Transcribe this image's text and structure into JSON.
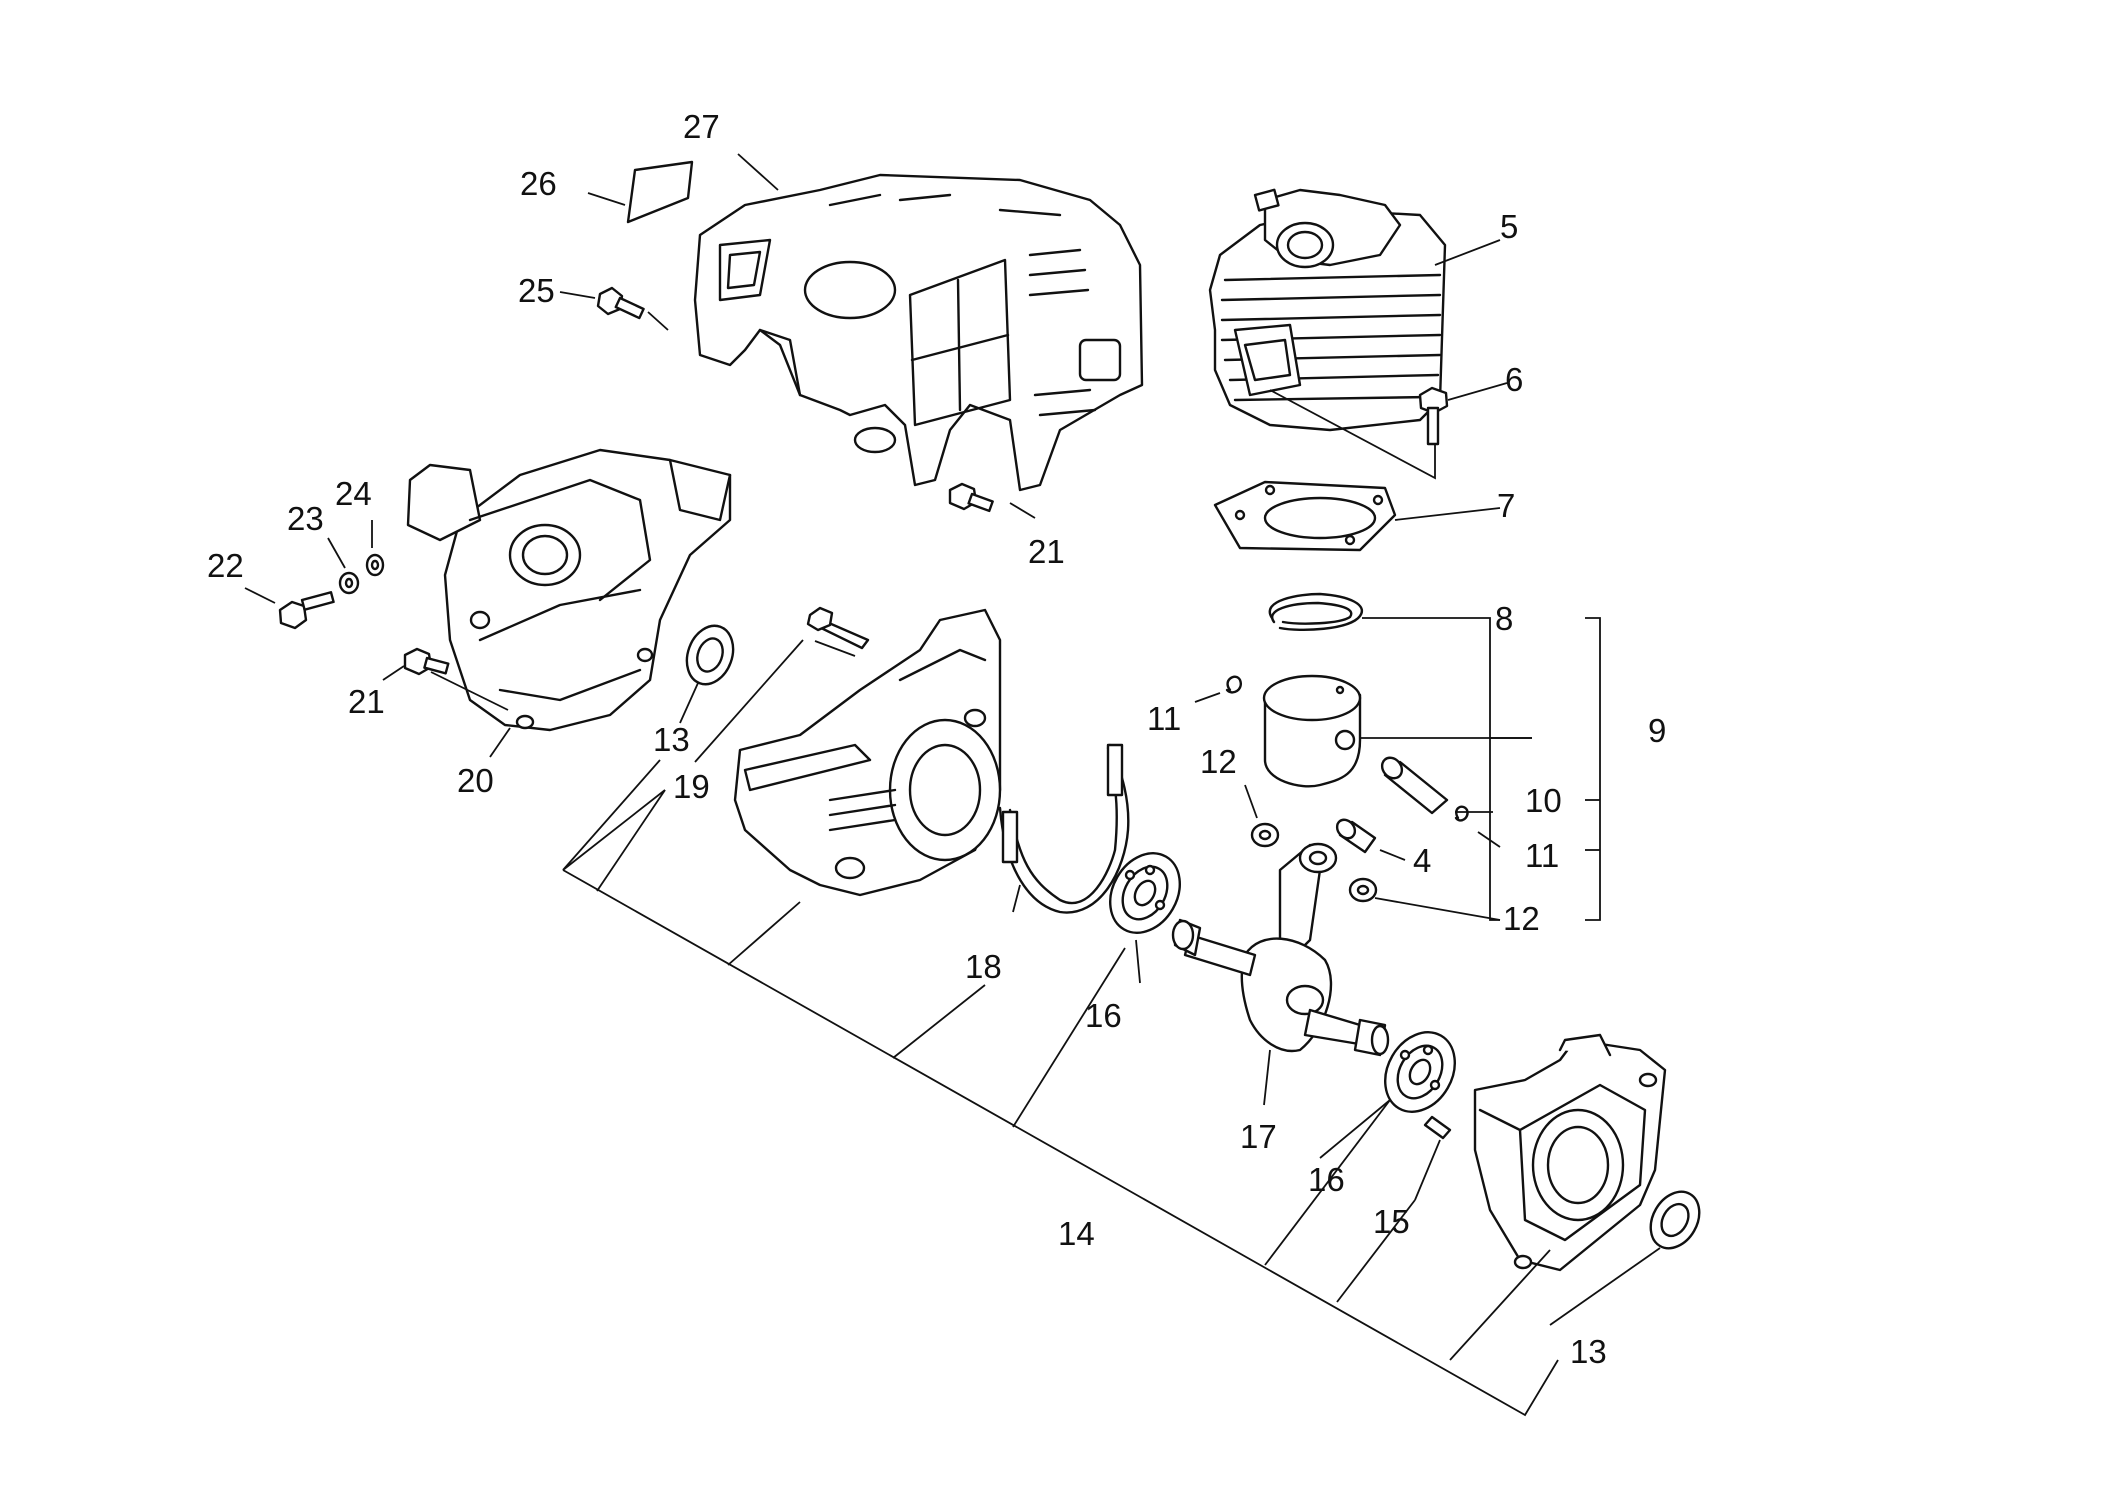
{
  "labels": {
    "l27": "27",
    "l26": "26",
    "l25": "25",
    "l5": "5",
    "l6": "6",
    "l7": "7",
    "l21a": "21",
    "l24": "24",
    "l23": "23",
    "l22": "22",
    "l21b": "21",
    "l13a": "13",
    "l20": "20",
    "l19": "19",
    "l8": "8",
    "l9": "9",
    "l11a": "11",
    "l12a": "12",
    "l10": "10",
    "l11b": "11",
    "l4": "4",
    "l12b": "12",
    "l18": "18",
    "l16a": "16",
    "l17": "17",
    "l16b": "16",
    "l15": "15",
    "l14": "14",
    "l13b": "13"
  }
}
